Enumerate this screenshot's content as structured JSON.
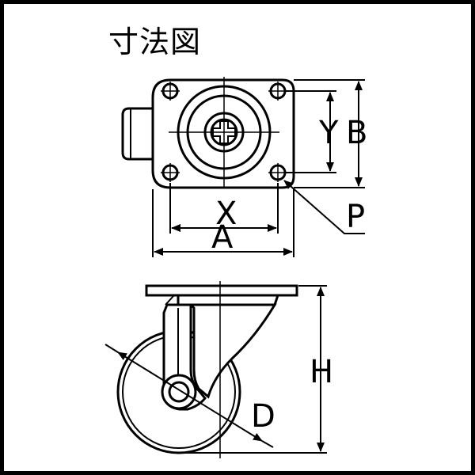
{
  "title": "寸法図",
  "labels": {
    "x": "X",
    "a": "A",
    "y": "Y",
    "b": "B",
    "p": "P",
    "h": "H",
    "d": "D"
  }
}
